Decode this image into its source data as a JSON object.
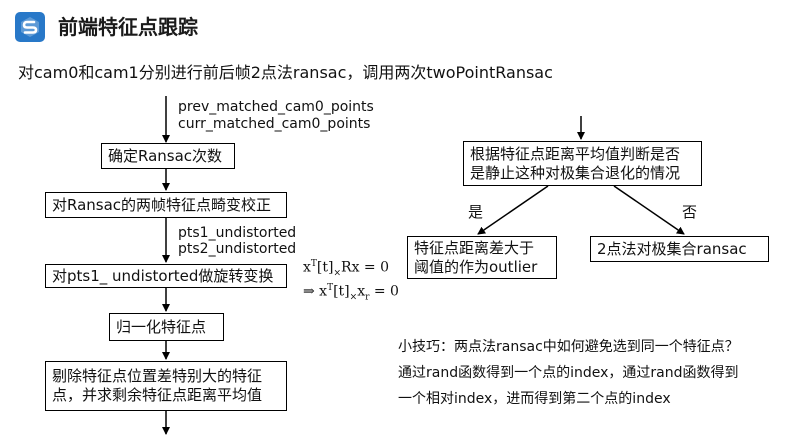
{
  "header": {
    "title": "前端特征点跟踪",
    "logo_icon": "s-logo-icon",
    "accent_color": "#2878c8"
  },
  "subtitle": "对cam0和cam1分别进行前后帧2点法ransac，调用两次twoPointRansac",
  "left_flow": {
    "input_label_1": "prev_matched_cam0_points",
    "input_label_2": "curr_matched_cam0_points",
    "box1": "确定Ransac次数",
    "box2": "对Ransac的两帧特征点畸变校正",
    "mid_label_1": "pts1_undistorted",
    "mid_label_2": "pts2_undistorted",
    "box3": "对pts1_ undistorted做旋转变换",
    "box4": "归一化特征点",
    "box5_line1": "剔除特征点位置差特别大的特征",
    "box5_line2": "点，并求剩余特征点距离平均值"
  },
  "equations": {
    "eq1_x": "x",
    "eq1_T": "T",
    "eq1_t": "[t]",
    "eq1_cross": "×",
    "eq1_rest": "Rx = 0",
    "eq2_arrow": "⇒ x",
    "eq2_T": "T",
    "eq2_t": "[t]",
    "eq2_cross": "×",
    "eq2_x": "x",
    "eq2_r": "r",
    "eq2_rest": " = 0"
  },
  "right_flow": {
    "decision_line1": "根据特征点距离平均值判断是否",
    "decision_line2": "是静止这种对极集合退化的情况",
    "yes_label": "是",
    "no_label": "否",
    "yes_box_line1": "特征点距离差大于",
    "yes_box_line2": "阈值的作为outlier",
    "no_box": "2点法对极集合ransac"
  },
  "tip": {
    "line1": "小技巧：两点法ransac中如何避免选到同一个特征点？",
    "line2": "通过rand函数得到一个点的index，通过rand函数得到",
    "line3": "一个相对index，进而得到第二个点的index"
  }
}
